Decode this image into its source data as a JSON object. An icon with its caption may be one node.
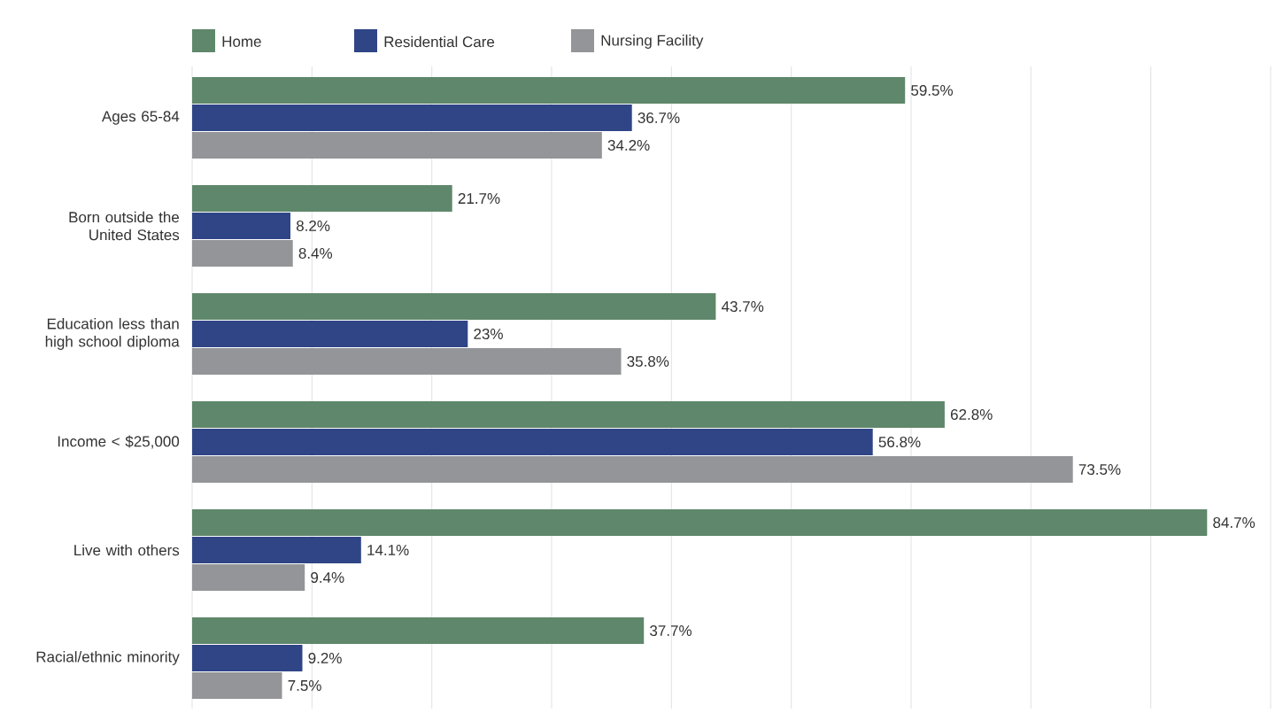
{
  "diagram": {
    "chart_data": {
      "type": "bar",
      "orientation": "horizontal",
      "categories": [
        "Ages 65-84",
        "Born outside the United States",
        "Education less than high school diploma",
        "Income < $25,000",
        "Live with others",
        "Racial/ethnic minority"
      ],
      "series": [
        {
          "name": "Home",
          "color": "#5f876b",
          "values": [
            59.5,
            21.7,
            43.7,
            62.8,
            84.7,
            37.7
          ],
          "value_labels": [
            "59.5%",
            "21.7%",
            "43.7%",
            "62.8%",
            "84.7%",
            "37.7%"
          ]
        },
        {
          "name": "Residential Care",
          "color": "#2f4586",
          "values": [
            36.7,
            8.2,
            23,
            56.8,
            14.1,
            9.2
          ],
          "value_labels": [
            "36.7%",
            "8.2%",
            "23%",
            "56.8%",
            "14.1%",
            "9.2%"
          ]
        },
        {
          "name": "Nursing Facility",
          "color": "#939598",
          "values": [
            34.2,
            8.4,
            35.8,
            73.5,
            9.4,
            7.5
          ],
          "value_labels": [
            "34.2%",
            "8.4%",
            "35.8%",
            "73.5%",
            "9.4%",
            "7.5%"
          ]
        }
      ],
      "xlim": [
        0,
        90
      ],
      "legend": "top"
    }
  }
}
